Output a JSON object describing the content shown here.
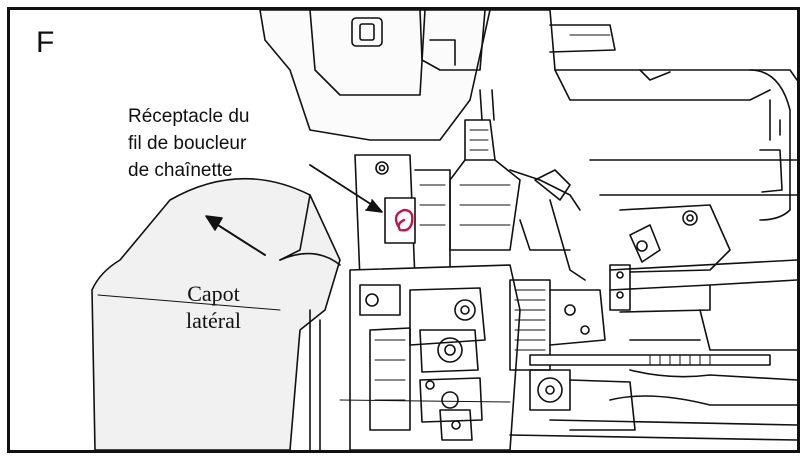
{
  "panel_letter": "F",
  "labels": {
    "receptacle": [
      "Réceptacle du",
      "fil de boucleur",
      "de chaînette"
    ],
    "capot": [
      "Capot",
      "latéral"
    ]
  },
  "colors": {
    "line": "#111111",
    "thread_marker": "#c0174a"
  }
}
